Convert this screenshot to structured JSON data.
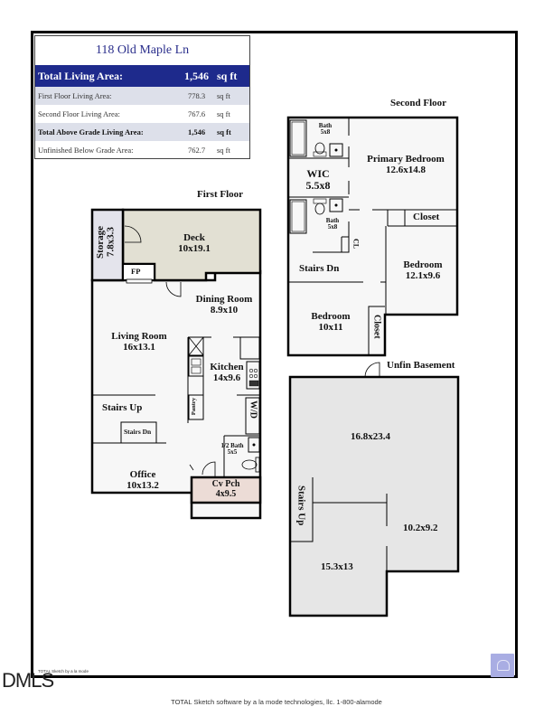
{
  "area_table": {
    "address": "118 Old Maple Ln",
    "rows": [
      {
        "label": "Total Living Area:",
        "value": "1,546",
        "unit": "sq ft",
        "style": "total"
      },
      {
        "label": "First Floor Living Area:",
        "value": "778.3",
        "unit": "sq ft",
        "style": "shade"
      },
      {
        "label": "Second Floor Living Area:",
        "value": "767.6",
        "unit": "sq ft",
        "style": "plain"
      },
      {
        "label": "Total Above Grade Living Area:",
        "value": "1,546",
        "unit": "sq ft",
        "style": "shade-bold"
      },
      {
        "label": "Unfinished Below Grade Area:",
        "value": "762.7",
        "unit": "sq ft",
        "style": "plain"
      }
    ]
  },
  "first_floor": {
    "title": "First Floor",
    "rooms": {
      "storage": {
        "name": "Storage",
        "dim": "7.8x3.3"
      },
      "deck": {
        "name": "Deck",
        "dim": "10x19.1"
      },
      "fp": {
        "name": "FP"
      },
      "dining": {
        "name": "Dining Room",
        "dim": "8.9x10"
      },
      "living": {
        "name": "Living Room",
        "dim": "16x13.1"
      },
      "kitchen": {
        "name": "Kitchen",
        "dim": "14x9.6"
      },
      "pantry": {
        "name": "Pantry"
      },
      "wd": {
        "name": "W/D"
      },
      "stairs_up": {
        "name": "Stairs Up"
      },
      "stairs_dn": {
        "name": "Stairs Dn"
      },
      "half_bath": {
        "name": "1/2 Bath",
        "dim": "5x5"
      },
      "office": {
        "name": "Office",
        "dim": "10x13.2"
      },
      "cv_pch": {
        "name": "Cv Pch",
        "dim": "4x9.5"
      }
    }
  },
  "second_floor": {
    "title": "Second Floor",
    "rooms": {
      "bath1": {
        "name": "Bath",
        "dim": "5x8"
      },
      "primary": {
        "name": "Primary Bedroom",
        "dim": "12.6x14.8"
      },
      "wic": {
        "name": "WIC",
        "dim": "5.5x8"
      },
      "bath2": {
        "name": "Bath",
        "dim": "5x8"
      },
      "closet1": {
        "name": "Closet"
      },
      "cl": {
        "name": "CL"
      },
      "stairs_dn": {
        "name": "Stairs Dn"
      },
      "bedroom2": {
        "name": "Bedroom",
        "dim": "12.1x9.6"
      },
      "bedroom3": {
        "name": "Bedroom",
        "dim": "10x11"
      },
      "closet2": {
        "name": "Closet"
      }
    }
  },
  "basement": {
    "title": "Unfin Basement",
    "rooms": {
      "main": {
        "dim": "16.8x23.4"
      },
      "stairs_up": {
        "name": "Stairs Up"
      },
      "right": {
        "dim": "10.2x9.2"
      },
      "bottom": {
        "dim": "15.3x13"
      }
    }
  },
  "footer": {
    "small_credit": "TOTAL Sketch by a la mode",
    "credit": "TOTAL Sketch software by a la mode technologies, llc. 1-800-alamode",
    "watermark": "DMLS"
  },
  "colors": {
    "header_blue": "#1e2a8c",
    "title_blue": "#2b2f8c",
    "deck_fill": "#e2e0d3",
    "storage_fill": "#e4e4ec",
    "porch_fill": "#ecdcd6",
    "basement_fill": "#e6e6e6",
    "room_fill": "#f7f7f7"
  }
}
